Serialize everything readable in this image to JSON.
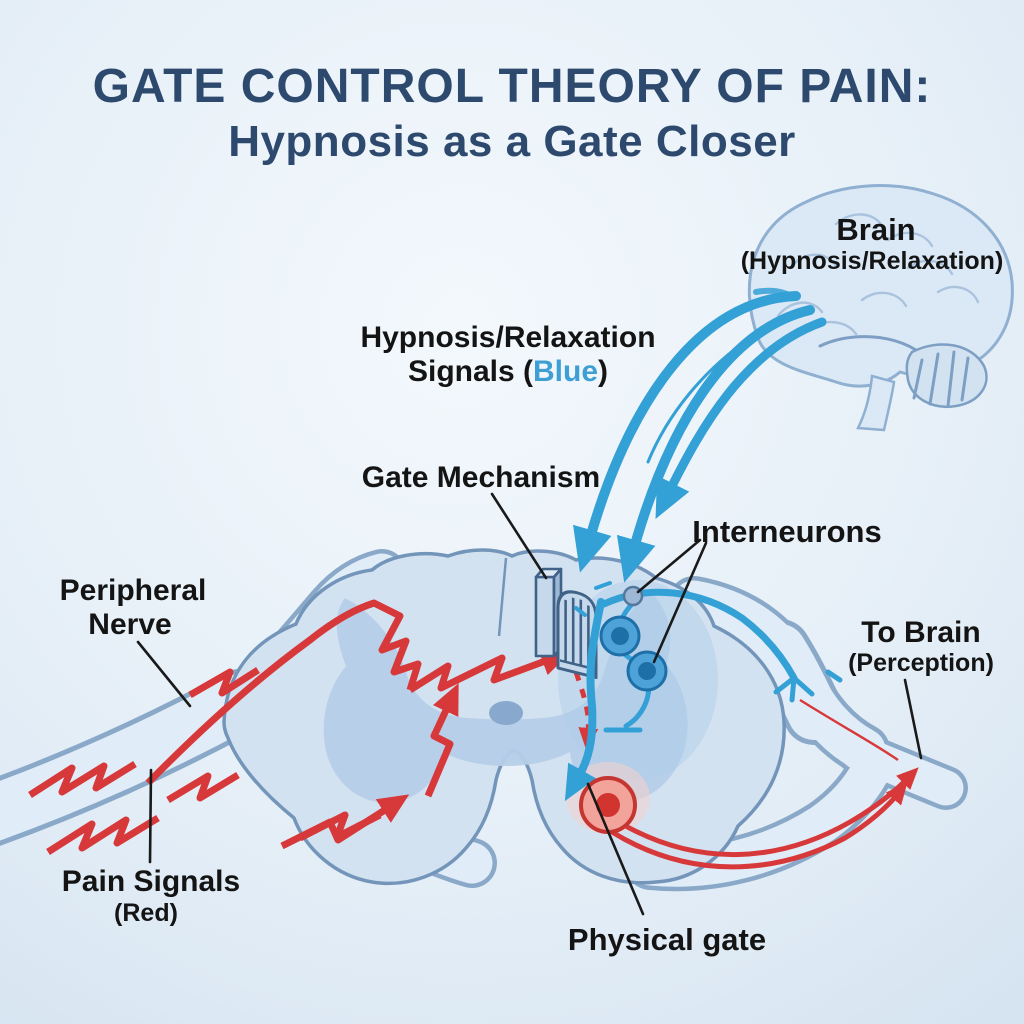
{
  "title": {
    "line1": "GATE CONTROL THEORY OF PAIN:",
    "line2": "Hypnosis as a Gate Closer"
  },
  "brain": {
    "label": "Brain",
    "sublabel": "(Hypnosis/Relaxation)"
  },
  "signals": {
    "line1": "Hypnosis/Relaxation",
    "line2_prefix": "Signals (",
    "line2_highlight": "Blue",
    "line2_suffix": ")"
  },
  "gate_mechanism": {
    "label": "Gate Mechanism"
  },
  "interneurons": {
    "label": "Interneurons"
  },
  "peripheral_nerve": {
    "line1": "Peripheral",
    "line2": "Nerve"
  },
  "to_brain": {
    "line1": "To Brain",
    "line2": "(Perception)"
  },
  "pain_signals": {
    "line1": "Pain Signals",
    "line2": "(Red)"
  },
  "physical_gate": {
    "label": "Physical gate"
  },
  "colors": {
    "bg_light": "#eef5fa",
    "bg_edge": "#d9e6f2",
    "title_blue": "#2d4a6e",
    "label_black": "#141414",
    "pain_red": "#d7393a",
    "signal_blue": "#33a0d6",
    "blue_word": "#3d9fd3",
    "cord_fill": "#d3e2f1",
    "cord_outline": "#7495ba",
    "gray_matter": "#b6cde8",
    "nerve_fill": "#e0edf8",
    "nerve_outline": "#8aa9c8",
    "gate_fill": "#c6d9ec",
    "gate_outline": "#3f6286",
    "interneuron_fill": "#4da3d8",
    "interneuron_core": "#1d6fa8",
    "neuron_red_fill": "#f2a49b",
    "neuron_red_core": "#d2342f",
    "pointer_black": "#1a1a1a"
  }
}
